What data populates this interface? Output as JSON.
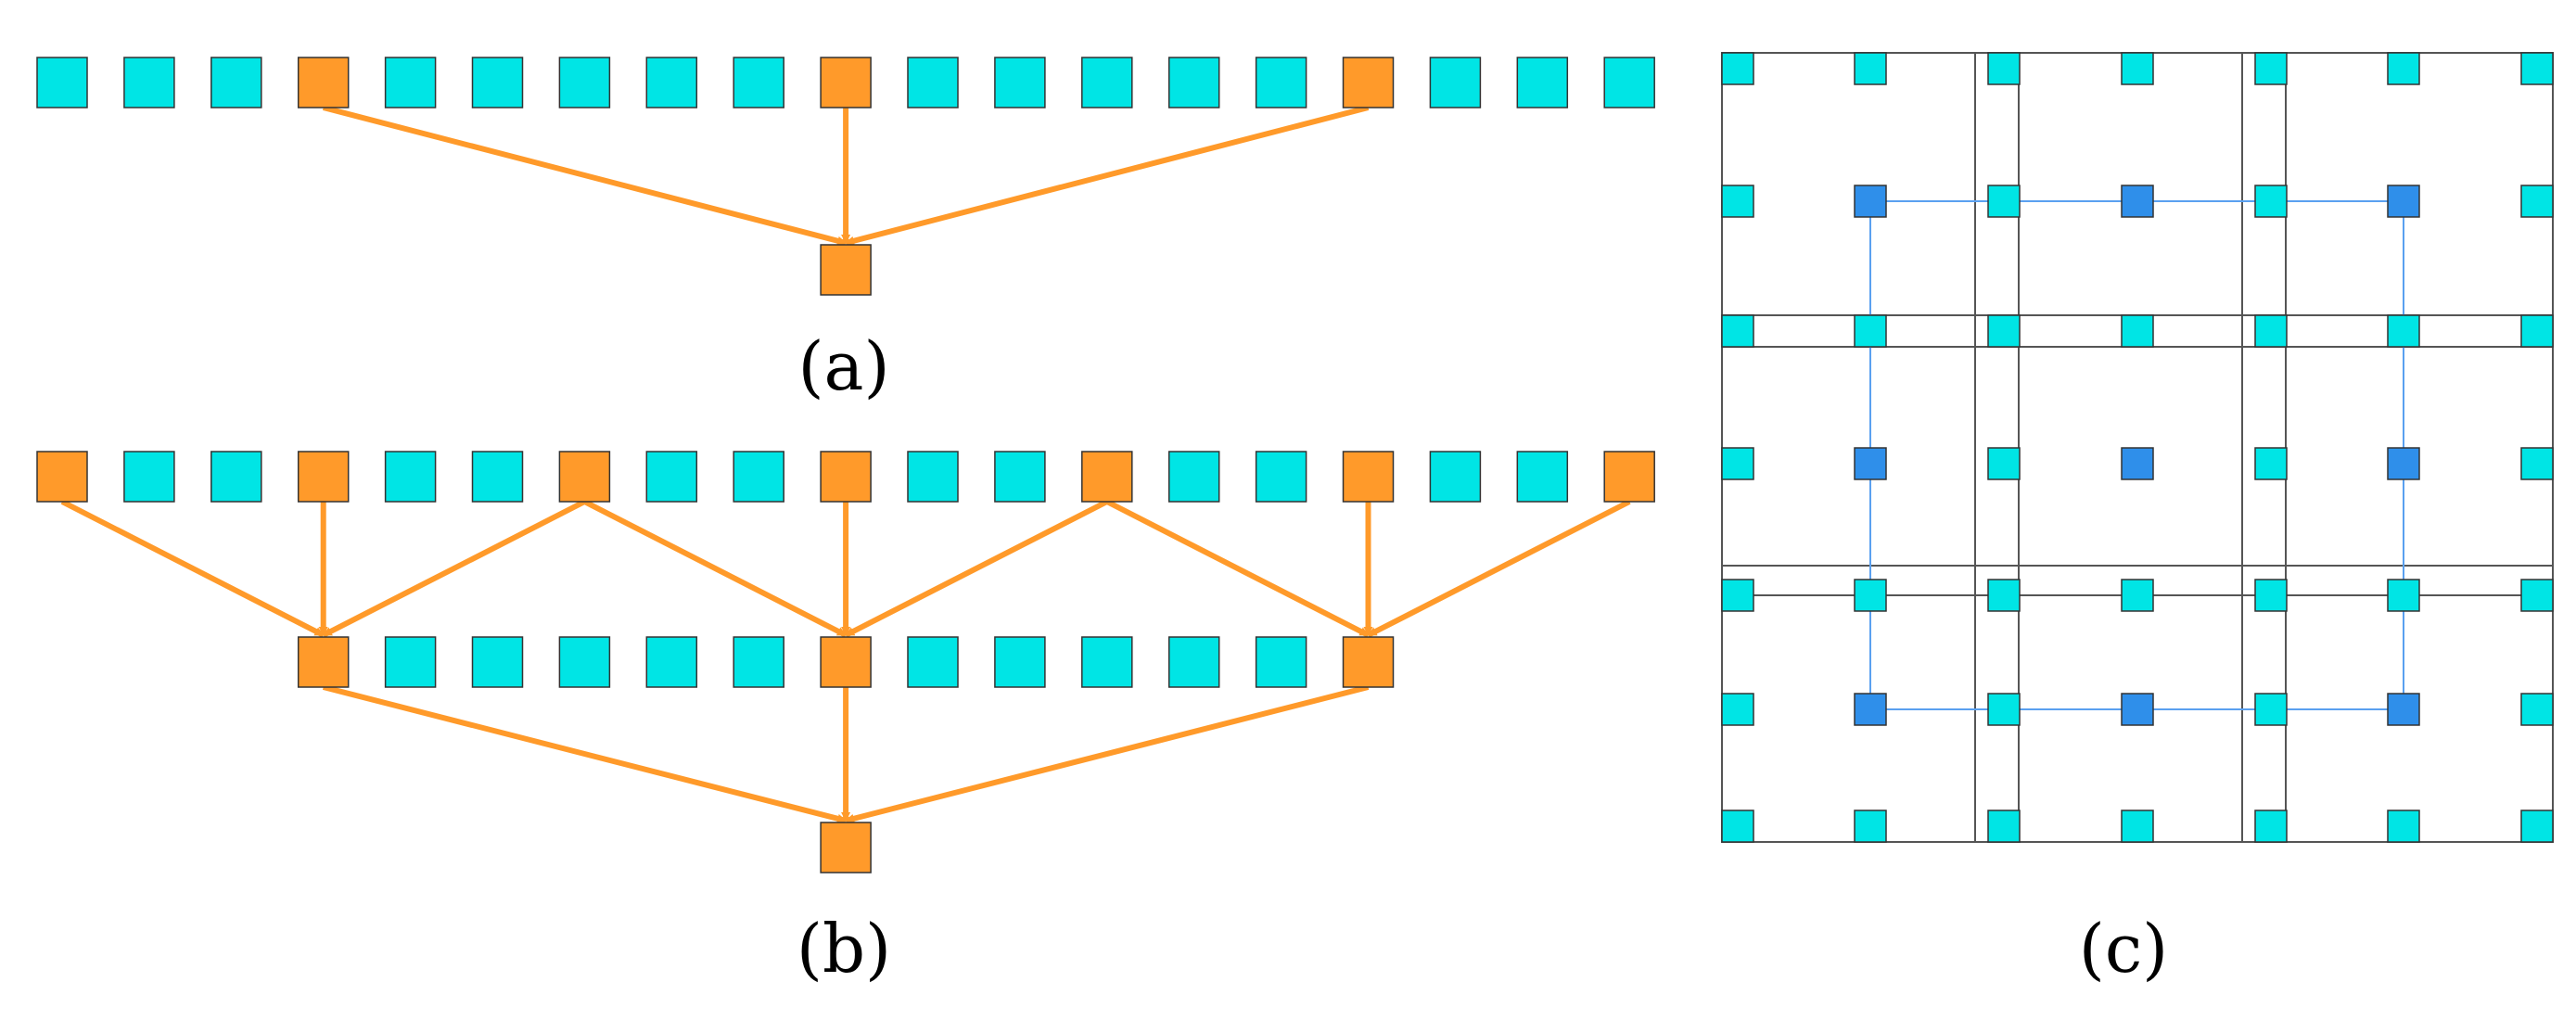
{
  "colors": {
    "node_cyan": "#00E5E5",
    "node_orange": "#FF9A2A",
    "arrow_orange": "#FF9A2A",
    "node_blue": "#2F8FEA",
    "grid_line": "#555555",
    "highlight_box": "#5AA0F0",
    "node_stroke": "#333333"
  },
  "panels": {
    "a": {
      "caption": "(a)",
      "input_count": 19,
      "sampled_indices": [
        3,
        9,
        15
      ],
      "output_index": 9
    },
    "b": {
      "caption": "(b)",
      "input_count": 19,
      "layer1_sampled_indices": [
        0,
        3,
        6,
        9,
        12,
        15,
        18
      ],
      "layer2_count": 13,
      "layer2_sampled_indices": [
        0,
        6,
        12
      ],
      "output_index": 9,
      "edges_layer1": [
        [
          0,
          0
        ],
        [
          3,
          0
        ],
        [
          6,
          0
        ],
        [
          6,
          6
        ],
        [
          9,
          6
        ],
        [
          12,
          6
        ],
        [
          12,
          12
        ],
        [
          15,
          12
        ],
        [
          18,
          12
        ]
      ]
    },
    "c": {
      "caption": "(c)",
      "grid_size": 7,
      "blue_rows": [
        1,
        3,
        5
      ],
      "blue_cols": [
        1,
        3,
        5
      ]
    }
  }
}
